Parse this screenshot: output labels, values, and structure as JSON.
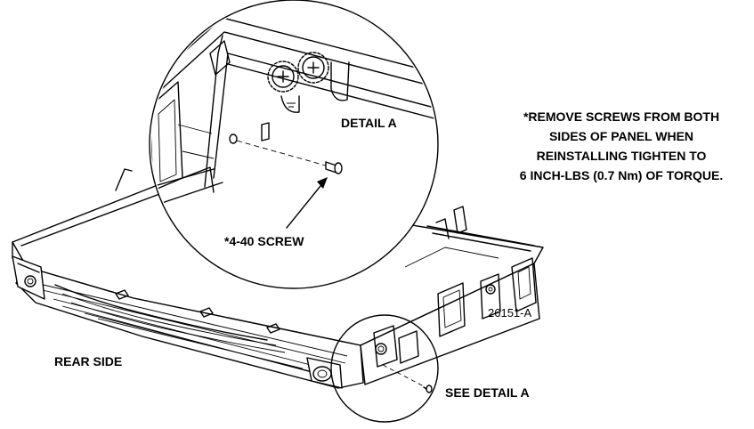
{
  "labels": {
    "detail_a": "DETAIL A",
    "screw": "*4-40 SCREW",
    "rear_side": "REAR SIDE",
    "see_detail": "SEE DETAIL A",
    "figure_id": "26151-A"
  },
  "note_lines": [
    "*REMOVE SCREWS FROM BOTH",
    "SIDES OF PANEL WHEN",
    "REINSTALLING TIGHTEN TO",
    "6 INCH-LBS (0.7 Nm) OF TORQUE."
  ]
}
